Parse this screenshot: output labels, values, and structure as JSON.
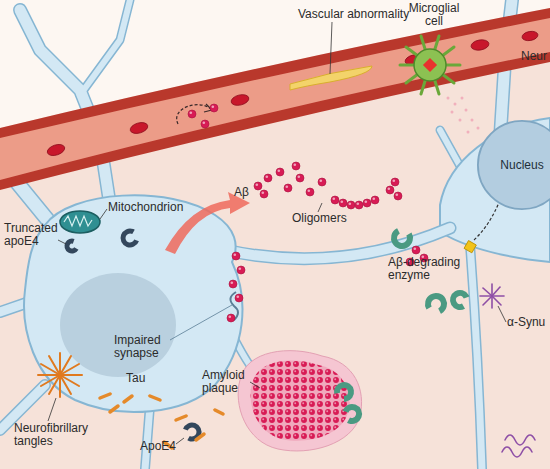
{
  "diagram": {
    "nodes": [
      {
        "text": [
          "Nucleus"
        ]
      }
    ],
    "labels": [
      "Vascular abnormality",
      "Microglial cell",
      "Neur",
      "Aβ",
      "Oligomers",
      "Mitochondrion",
      "Truncated apoE4",
      "Impaired synapse",
      "Tau",
      "Aβ-degrading enzyme",
      "α-Synu",
      "Amyloid plaque",
      "Neurofibrillary tangles",
      "ApoE4"
    ]
  }
}
